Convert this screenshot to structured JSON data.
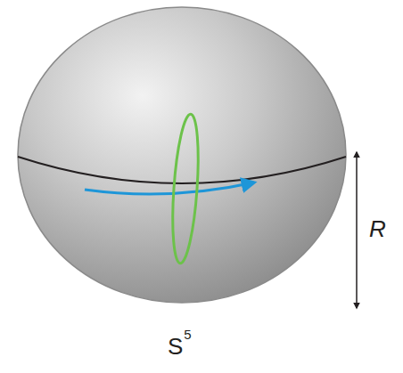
{
  "diagram": {
    "labels": [
      "R",
      "S",
      "5"
    ]
  }
}
